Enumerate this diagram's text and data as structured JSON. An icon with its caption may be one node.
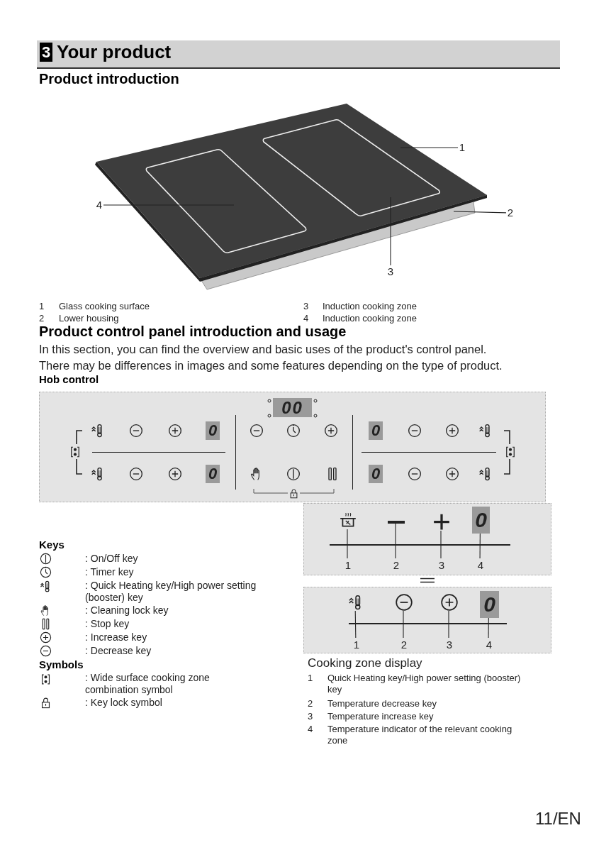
{
  "diagram": {
    "title": "Your product",
    "nodes": [
      {
        "text": [
          "1"
        ]
      },
      {
        "text": [
          "2"
        ]
      },
      {
        "text": [
          "3"
        ]
      },
      {
        "text": [
          "4"
        ]
      },
      {
        "text": [],
        "shape": "box"
      },
      {
        "text": [],
        "shape": "box"
      },
      {
        "text": [],
        "shape": "picture",
        "in": 5
      },
      {
        "text": [],
        "shape": "bar",
        "in": 5
      },
      {
        "text": [],
        "shape": "picture",
        "in": 5
      },
      {
        "text": [
          "0"
        ],
        "in": 5
      },
      {
        "text": [
          "1"
        ],
        "in": 5
      },
      {
        "text": [
          "2"
        ],
        "in": 5
      },
      {
        "text": [
          "3"
        ],
        "in": 5
      },
      {
        "text": [
          "4"
        ],
        "in": 5
      },
      {
        "text": [],
        "shape": "box"
      },
      {
        "text": [],
        "shape": "picture",
        "in": 14
      },
      {
        "text": [],
        "shape": "picture",
        "in": 14
      },
      {
        "text": [],
        "shape": "picture",
        "in": 14
      },
      {
        "text": [
          "0"
        ],
        "in": 14
      },
      {
        "text": [
          "1"
        ],
        "in": 14
      },
      {
        "text": [
          "2"
        ],
        "in": 14
      },
      {
        "text": [
          "3"
        ],
        "in": 14
      },
      {
        "text": [
          "4"
        ],
        "in": 14
      }
    ],
    "edges": [
      {
        "from": 0,
        "to": null,
        "arrow": "none"
      },
      {
        "from": 1,
        "to": null,
        "arrow": "none"
      },
      {
        "from": 2,
        "to": null,
        "arrow": "none"
      },
      {
        "from": 3,
        "to": null,
        "arrow": "none"
      },
      {
        "from": 10,
        "to": 6,
        "arrow": "none"
      },
      {
        "from": 11,
        "to": 7,
        "arrow": "none"
      },
      {
        "from": 12,
        "to": 8,
        "arrow": "none"
      },
      {
        "from": 13,
        "to": 9,
        "arrow": "none"
      },
      {
        "from": 19,
        "to": 15,
        "arrow": "none"
      },
      {
        "from": 20,
        "to": 16,
        "arrow": "none"
      },
      {
        "from": 21,
        "to": 17,
        "arrow": "none"
      },
      {
        "from": 22,
        "to": 18,
        "arrow": "none"
      }
    ],
    "labels": [
      "3",
      "Product introduction",
      "1",
      "Glass cooking surface",
      "3",
      "Induction cooking zone",
      "2",
      "Lower housing",
      "4",
      "Induction cooking zone",
      "Product control panel introduction and usage",
      "In this section, you can find the overview and basic uses of the product's control panel.",
      "There may be differences in images and some features depending on the type of product.",
      "Hob control",
      "00",
      "0",
      "0",
      "0",
      "0",
      "Keys",
      ": On/Off key",
      ": Timer key",
      ": Quick Heating key/High power setting (booster) key",
      ": Cleaning lock key",
      ": Stop key",
      ": Increase key",
      ": Decrease key",
      "Symbols",
      ": Wide surface cooking zone combination symbol",
      ": Key lock symbol",
      "Cooking zone display",
      "1",
      "Quick Heating key/High power setting (booster) key",
      "2",
      "Temperature decrease key",
      "3",
      "Temperature increase key",
      "4",
      "Temperature indicator of the relevant cooking zone",
      "11/EN"
    ]
  }
}
